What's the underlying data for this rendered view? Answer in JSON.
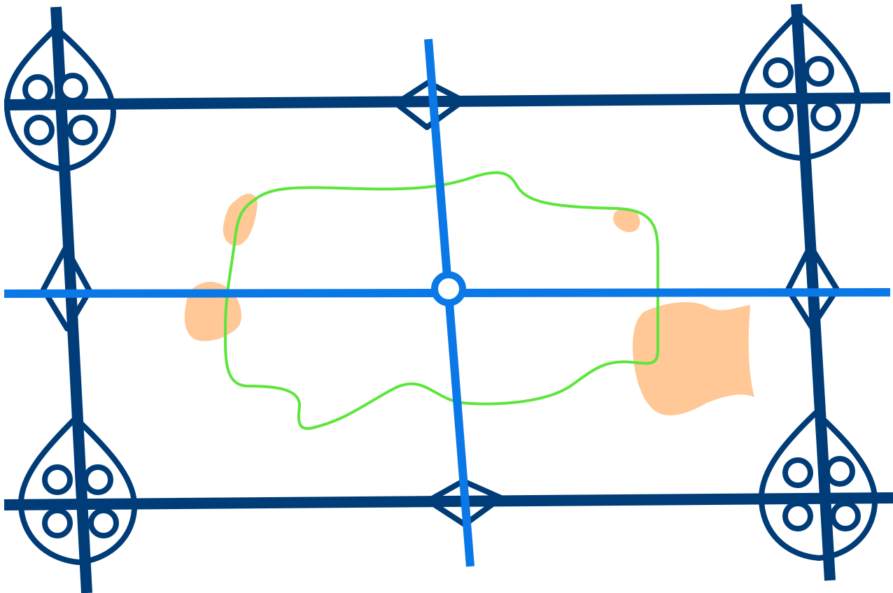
{
  "colors": {
    "background": "#ffffff",
    "frame": "#003c78",
    "axis": "#0a78e6",
    "boundary": "#5ce63c",
    "patch": "#ffc896",
    "center_fill": "#ffffff"
  },
  "elements": {
    "corner_nodes": [
      "top-left",
      "top-right",
      "bottom-left",
      "bottom-right"
    ],
    "edge_nodes": [
      "top-middle",
      "bottom-middle",
      "left-middle",
      "right-middle"
    ],
    "axes": [
      "horizontal-axis",
      "vertical-axis"
    ],
    "boundary": "closed-green-loop",
    "patches": 4
  }
}
